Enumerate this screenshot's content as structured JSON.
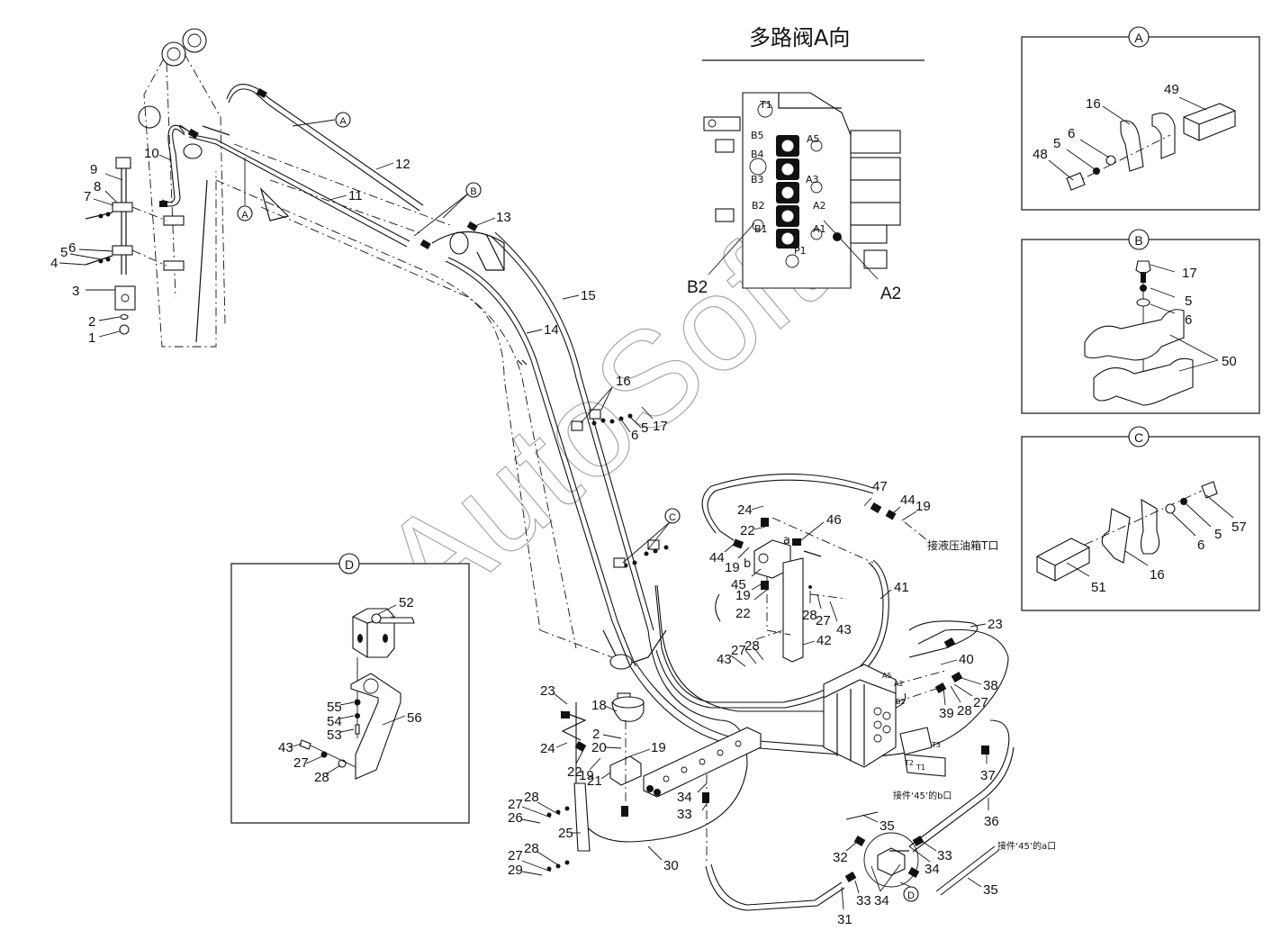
{
  "drawing": {
    "valve_view_title": "多路阀A向",
    "valve_ports": [
      "T1",
      "B5",
      "A5",
      "B4",
      "B3",
      "A3",
      "B2",
      "A2",
      "B1",
      "A1",
      "P1"
    ],
    "valve_callouts": [
      "B2",
      "A2"
    ],
    "note_tank": "接液压油箱T口",
    "note_b_port": "接件‘45’的b口",
    "note_a_port": "接件‘45’的a口",
    "port_letter_a": "a",
    "port_letter_b": "b",
    "valve_small_ports": [
      "A5",
      "A2",
      "B2",
      "T3",
      "T2",
      "T1"
    ],
    "main_labels": [
      "1",
      "2",
      "3",
      "4",
      "5",
      "6",
      "7",
      "8",
      "9",
      "10",
      "11",
      "12",
      "13",
      "14",
      "15",
      "16",
      "5",
      "6",
      "17",
      "18",
      "2",
      "20",
      "19",
      "22",
      "19",
      "21",
      "23",
      "24",
      "22",
      "44",
      "19",
      "45",
      "46",
      "47",
      "44",
      "19",
      "24",
      "22",
      "19",
      "22",
      "28",
      "27",
      "43",
      "41",
      "42",
      "43",
      "27",
      "28",
      "23",
      "40",
      "38",
      "27",
      "28",
      "39",
      "37",
      "36",
      "35",
      "35",
      "32",
      "33",
      "34",
      "33",
      "34",
      "31",
      "33",
      "34",
      "25",
      "26",
      "27",
      "28",
      "27",
      "28",
      "29",
      "30",
      "33",
      "34"
    ],
    "detail_markers": [
      "A",
      "A",
      "B",
      "C",
      "D"
    ]
  },
  "detail_views": [
    {
      "id": "A",
      "title": "A",
      "labels": [
        "49",
        "16",
        "6",
        "48",
        "5"
      ]
    },
    {
      "id": "B",
      "title": "B",
      "labels": [
        "17",
        "5",
        "6",
        "50"
      ]
    },
    {
      "id": "C",
      "title": "C",
      "labels": [
        "57",
        "5",
        "6",
        "51",
        "16"
      ]
    },
    {
      "id": "D",
      "title": "D",
      "labels": [
        "52",
        "55",
        "54",
        "53",
        "56",
        "43",
        "27",
        "28"
      ]
    }
  ],
  "watermark": "AutoSoft"
}
